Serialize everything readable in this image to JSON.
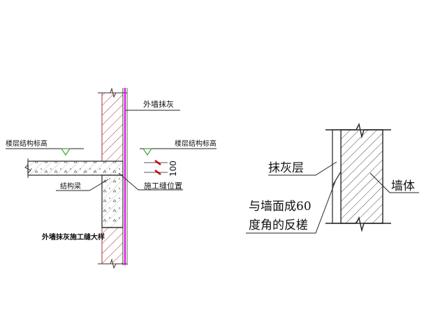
{
  "left_detail": {
    "label_plaster": "外墙抹灰",
    "label_floor_left": "楼层结构标高",
    "label_floor_right": "楼层结构标高",
    "label_beam": "结构梁",
    "label_joint": "施工缝位置",
    "dimension": "100",
    "caption": "外墙抹灰施工缝大样",
    "accent_color": "#e000e0",
    "mark_color": "#e00000"
  },
  "right_detail": {
    "label_plaster_layer": "抹灰层",
    "label_wall": "墙体",
    "label_note_line1": "与墙面成60",
    "label_note_line2": "度角的反槎"
  }
}
